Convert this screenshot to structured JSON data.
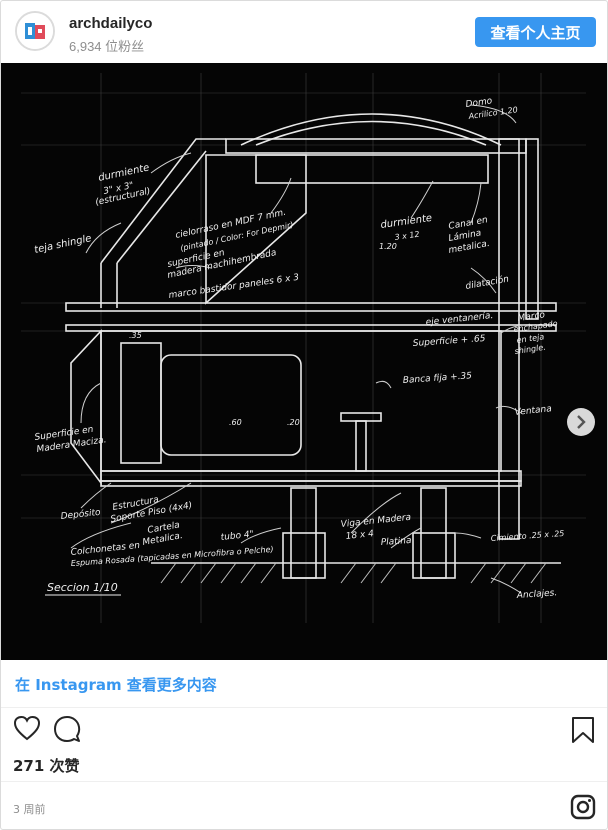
{
  "header": {
    "username": "archdailyco",
    "followers": "6,934 位粉丝",
    "profile_button": "查看个人主页"
  },
  "media": {
    "drawing_labels": {
      "domo": "Domo",
      "acrilico": "Acrilico 1.20",
      "durmiente_top": "durmiente",
      "durmiente_size": "3\" x 3\"",
      "estructural": "(estructural)",
      "teja_shingle": "teja shingle",
      "cielorraso": "cielorraso en MDF 7 mm.",
      "pintado": "(pintado / Color: For Depmir)",
      "superficie_madera": "superficie en",
      "machihembrada": "madera machihembrada",
      "marco_bastidor": "marco bastidor paneles 6 x 3",
      "durmiente_mid": "durmiente",
      "durmiente_mid_size": "3 x 12",
      "canal": "Canal en",
      "lamina": "Lámina",
      "metalica": "metalica.",
      "dilatacion": "dilatación",
      "eje_ventaneria": "eje ventanería.",
      "marco_enchapado": "Marco",
      "enchapado": "enchapado",
      "en_teja": "en teja",
      "shingle": "shingle.",
      "superficie_65": "Superficie + .65",
      "banca_fija": "Banca fija +.35",
      "superficie_madera_maciza": "Superficie en",
      "madera_maciza": "Madera Maciza.",
      "ventana": "Ventana",
      "deposito": "Depósito",
      "estructura": "Estructura",
      "soporte_piso": "Soporte Piso (4x4)",
      "cartela": "Cartela",
      "metalica2": "Metalica.",
      "tubo": "tubo 4\"",
      "viga": "Viga en Madera",
      "viga_size": "18 x 4",
      "platina": "Platina",
      "cimiento": "Cimiento .25 x .25",
      "colchonetas": "Colchonetas en",
      "espuma": "Espuma Rosada (tapicadas en Microfibra o Pelche)",
      "anclajes": "Anclajes.",
      "seccion": "Seccion 1/10",
      "dim_35": ".35",
      "dim_20": ".20",
      "dim_60": ".60",
      "dim_120": "1.20"
    }
  },
  "view_more": "在 Instagram 查看更多内容",
  "likes": "271 次赞",
  "time_ago": "3 周前",
  "icons": {
    "heart": "heart-icon",
    "comment": "comment-icon",
    "bookmark": "bookmark-icon",
    "instagram": "instagram-icon",
    "next": "chevron-right-icon"
  },
  "colors": {
    "accent": "#3897f0",
    "muted": "#8e8e8e",
    "text": "#262626"
  }
}
